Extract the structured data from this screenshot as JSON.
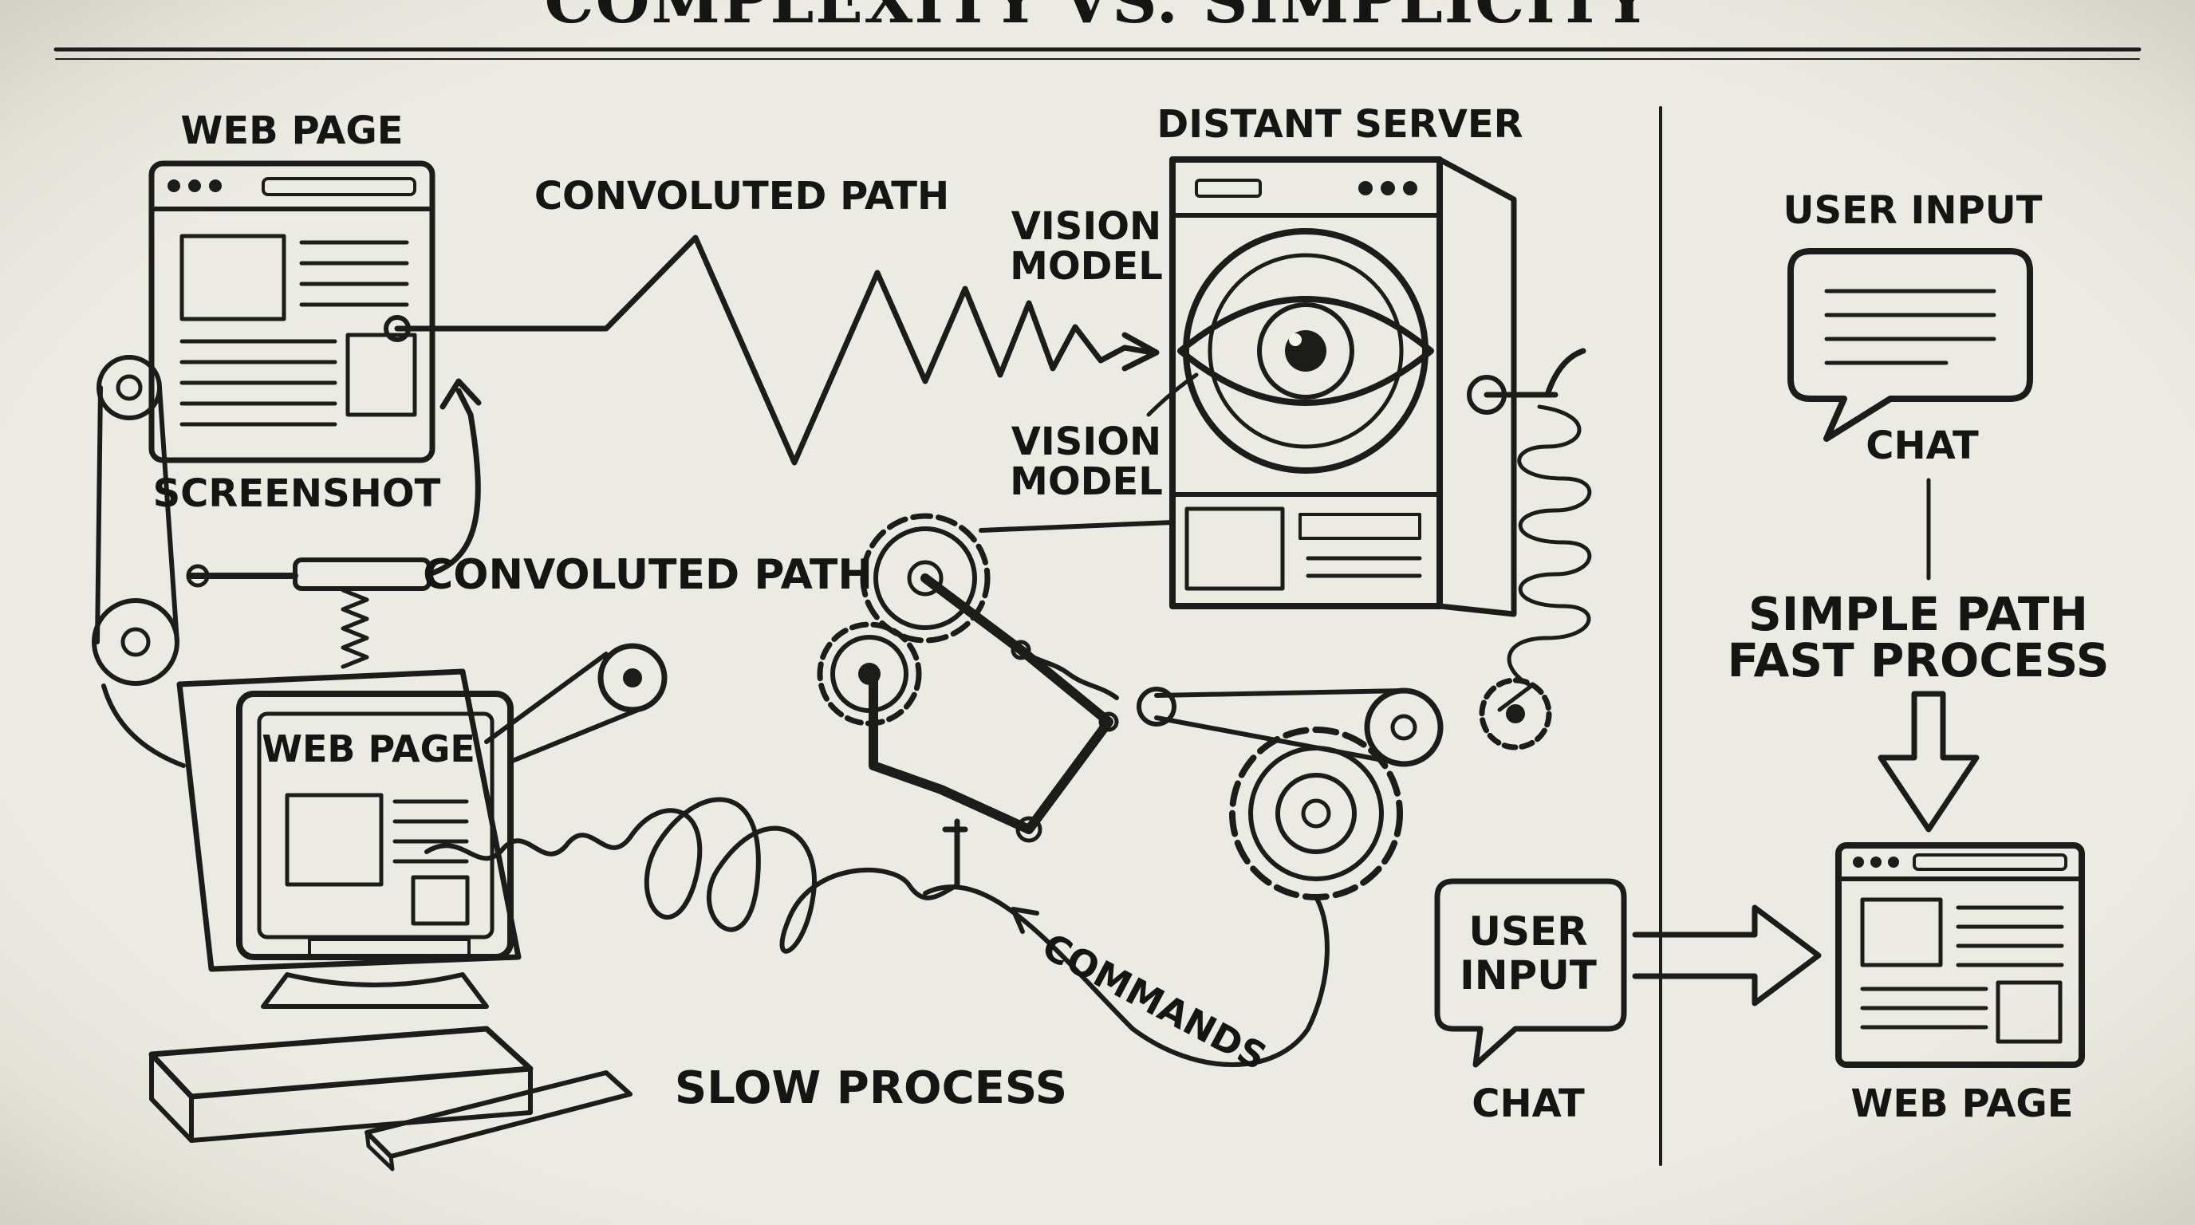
{
  "title": "COMPLEXITY VS. SIMPLICITY",
  "left": {
    "web_page_top": "WEB PAGE",
    "screenshot": "SCREENSHOT",
    "convoluted_path_top": "CONVOLUTED PATH",
    "convoluted_path_mid": "CONVOLUTED PATH",
    "distant_server": "DISTANT SERVER",
    "vision_model_1": [
      "VISION",
      "MODEL"
    ],
    "vision_model_2": [
      "VISION",
      "MODEL"
    ],
    "web_page_monitor": "WEB PAGE",
    "commands": "COMMANDS",
    "slow_process": "SLOW PROCESS",
    "user_input_bubble": [
      "USER",
      "INPUT"
    ],
    "chat_bottom": "CHAT"
  },
  "right": {
    "user_input": "USER INPUT",
    "chat": "CHAT",
    "simple_path": "SIMPLE  PATH",
    "fast_process": "FAST PROCESS",
    "web_page": "WEB PAGE"
  },
  "colors": {
    "ink": "#1c1c1a",
    "paper": "#ecebe3",
    "shade": "#9a9a92"
  }
}
